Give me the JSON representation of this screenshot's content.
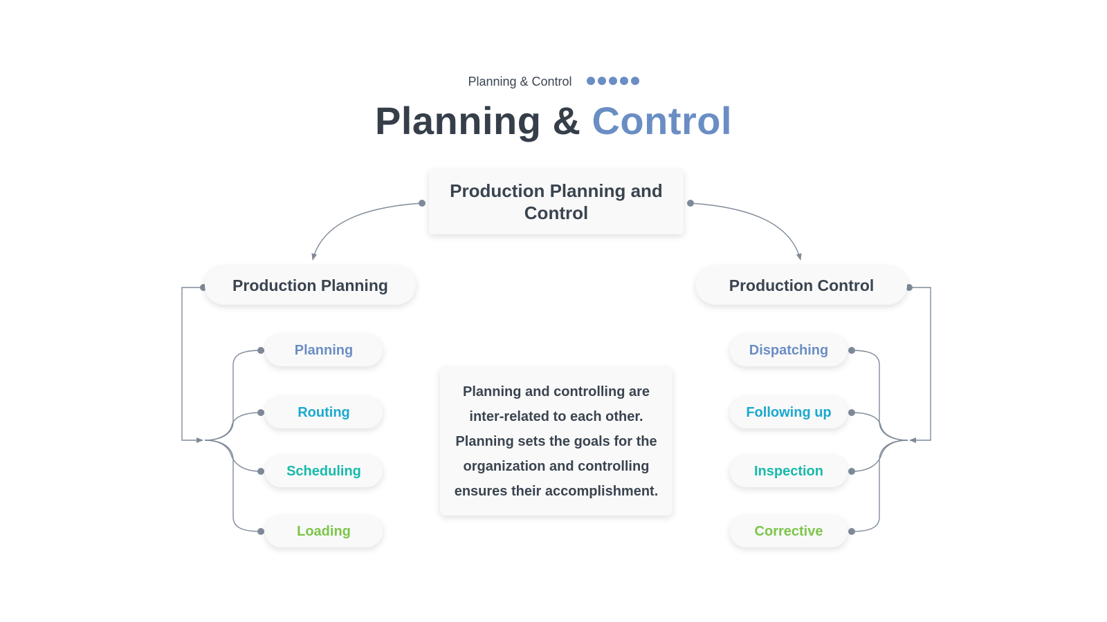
{
  "header": {
    "eyebrow": "Planning & Control",
    "title_main": "Planning & ",
    "title_accent": "Control"
  },
  "colors": {
    "accent": "#6a8ec4",
    "text_dark": "#353e49",
    "connector": "#7f8a99",
    "blue": "#6a8ec4",
    "cyan": "#1aa9cf",
    "teal": "#18b9aa",
    "green": "#7cc44a"
  },
  "diagram": {
    "root": "Production Planning and Control",
    "left": {
      "label": "Production Planning",
      "items": [
        "Planning",
        "Routing",
        "Scheduling",
        "Loading"
      ]
    },
    "right": {
      "label": "Production Control",
      "items": [
        "Dispatching",
        "Following up",
        "Inspection",
        "Corrective"
      ]
    },
    "description": "Planning and controlling are inter-related to each other. Planning sets the goals for the organization and controlling ensures their accomplishment."
  }
}
